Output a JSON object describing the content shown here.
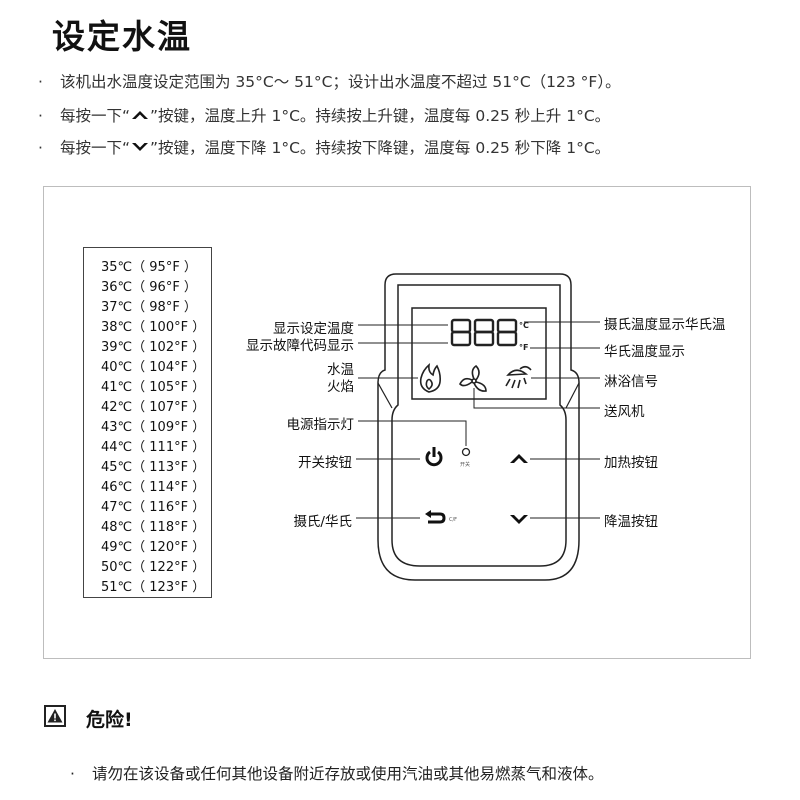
{
  "title": "设定水温",
  "bullets": [
    {
      "text": "该机出水温度设定范围为 35°C～ 51°C；设计出水温度不超过 51°C（123 °F）。"
    },
    {
      "pre": "每按一下“",
      "icon": "chevron-up-icon",
      "post": "”按键，温度上升 1°C。持续按上升键，温度每 0.25 秒上升 1°C。"
    },
    {
      "pre": "每按一下“",
      "icon": "chevron-down-icon",
      "post": "”按键，温度下降 1°C。持续按下降键，温度每 0.25 秒下降 1°C。"
    }
  ],
  "temperatures": [
    "35℃（ 95°F ）",
    "36℃（ 96°F ）",
    "37℃（ 98°F ）",
    "38℃（ 100°F ）",
    "39℃（ 102°F ）",
    "40℃（ 104°F ）",
    "41℃（ 105°F ）",
    "42℃（ 107°F ）",
    "43℃（ 109°F ）",
    "44℃（ 111°F ）",
    "45℃（ 113°F ）",
    "46℃（ 114°F ）",
    "47℃（ 116°F ）",
    "48℃（ 118°F ）",
    "49℃（ 120°F ）",
    "50℃（ 122°F ）",
    "51℃（ 123°F ）"
  ],
  "display": {
    "digits": "888",
    "unit_c": "°C",
    "unit_f": "°F"
  },
  "labels_left": {
    "set_temp": "显示设定温度",
    "fault_code": "显示故障代码显示",
    "water_temp": "水温",
    "flame": "火焰",
    "power_light": "电源指示灯",
    "power_button": "开关按钮",
    "unit_button": "摄氏/华氏"
  },
  "labels_right": {
    "celsius_f": "摄氏温度显示华氏温",
    "fahrenheit": "华氏温度显示",
    "shower": "淋浴信号",
    "fan": "送风机",
    "heat_button": "加热按钮",
    "cool_button": "降温按钮"
  },
  "device_small_text": {
    "power_label": "开关",
    "cf_label": "C/F"
  },
  "warning": {
    "title": "危险!",
    "text": "请勿在该设备或任何其他设备附近存放或使用汽油或其他易燃蒸气和液体。"
  }
}
